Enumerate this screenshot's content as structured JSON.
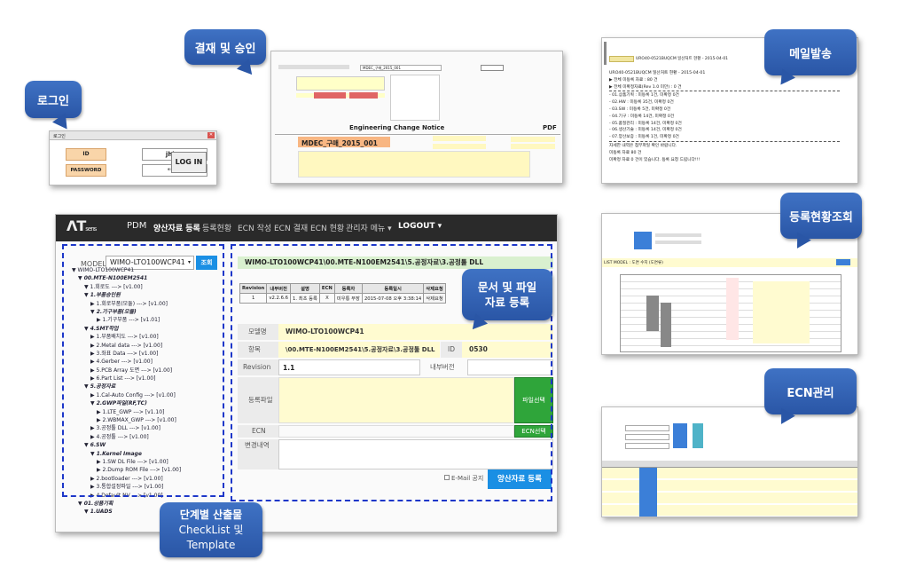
{
  "callouts": {
    "login": "로그인",
    "approval": "결재 및 승인",
    "mail": "메일발송",
    "registration": "등록현황조회",
    "ecn": "ECN관리",
    "docs_line1": "문서 및 파일",
    "docs_line2": "자료 등록",
    "stage_line1": "단계별 산출물",
    "stage_line2": "CheckList 및",
    "stage_line3": "Template"
  },
  "login": {
    "window_title": "로그인",
    "id_label": "ID",
    "id_value": "jhlee4",
    "password_label": "PASSWORD",
    "password_value": "******",
    "login_button": "LOG IN"
  },
  "approval": {
    "doc_title": "Engineering Change Notice",
    "pdf_label": "PDF",
    "ecn_name": "MDEC_구매_2015_001"
  },
  "mail": {
    "title_line": "URO40-0521BUQCM 일산처트 현황 - 2015-04-01",
    "lines": [
      "▶ 전체 미등록 자료 : 80 건",
      "▶ 전체 미확정자료(Rev 1.0 미만) : 0 건",
      "- 01.상품기획 : 미등록 1건, 미확정 0건",
      "- 02.HW : 미등록 35건, 미확정 0건",
      "- 03.SW : 미등록 5건, 미확정 0건",
      "- 04.기구 : 미등록 14건, 미확정 0건",
      "- 05.품질관리 : 미등록 14건, 미확정 0건",
      "- 06.생산기술 : 미등록 14건, 미확정 0건",
      "- 07.양산보증 : 미등록 1건, 미확정 0건",
      "자세한 내역은 첨부파일 확인 바랍니다.",
      "미등록 자료 80 건",
      "미확정 자료 0 건이 있습니다. 등록 요청 드립니다!!!"
    ]
  },
  "registration": {
    "model_label": "LIST MODEL : 도면 수지 (도면류)"
  },
  "main": {
    "nav": {
      "brand": "sens",
      "items": [
        "PDM",
        "양산자료 등록",
        "등록현황",
        "ECN 작성",
        "ECN 결재",
        "ECN 현황",
        "관리자 메뉴 ▾",
        "LOGOUT ▾"
      ]
    },
    "model_label": "MODEL",
    "model_value": "WIMO-LTO100WCP41",
    "search_button": "조회",
    "tree": [
      {
        "text": "▼ WIMO-LTO100WCP41",
        "indent": 0,
        "italic": false
      },
      {
        "text": "▼ 00.MTE-N100EM2541",
        "indent": 1,
        "italic": true
      },
      {
        "text": "▼ 1.회로도 ---> [v1.00]",
        "indent": 2,
        "italic": false
      },
      {
        "text": "▼ 1.부품승인원",
        "indent": 2,
        "italic": true
      },
      {
        "text": "▶ 1.회로부품(모듈) ---> [v1.00]",
        "indent": 3,
        "italic": false
      },
      {
        "text": "▼ 2.기구부품(모듈)",
        "indent": 3,
        "italic": true
      },
      {
        "text": "▶ 1.기구부품 ---> [v1.01]",
        "indent": 4,
        "italic": false
      },
      {
        "text": "▼ 4.SMT작업",
        "indent": 2,
        "italic": true
      },
      {
        "text": "▶ 1.부품배치도 ---> [v1.00]",
        "indent": 3,
        "italic": false
      },
      {
        "text": "▶ 2.Metal data ---> [v1.00]",
        "indent": 3,
        "italic": false
      },
      {
        "text": "▶ 3.좌표 Data ---> [v1.00]",
        "indent": 3,
        "italic": false
      },
      {
        "text": "▶ 4.Gerber ---> [v1.00]",
        "indent": 3,
        "italic": false
      },
      {
        "text": "▶ 5.PCB Array 도면 ---> [v1.00]",
        "indent": 3,
        "italic": false
      },
      {
        "text": "▶ 6.Part List ---> [v1.00]",
        "indent": 3,
        "italic": false
      },
      {
        "text": "▼ 5.공정자료",
        "indent": 2,
        "italic": true
      },
      {
        "text": "▶ 1.Cal-Auto Config ---> [v1.00]",
        "indent": 3,
        "italic": false
      },
      {
        "text": "▼ 2.GWP파일(RF,TC)",
        "indent": 3,
        "italic": true
      },
      {
        "text": "▶ 1.LTE_GWP ---> [v1.10]",
        "indent": 4,
        "italic": false
      },
      {
        "text": "▶ 2.WBMAX_GWP ---> [v1.00]",
        "indent": 4,
        "italic": false
      },
      {
        "text": "▶ 3.공정툴 DLL ---> [v1.00]",
        "indent": 3,
        "italic": false
      },
      {
        "text": "▶ 4.공정툴 ---> [v1.00]",
        "indent": 3,
        "italic": false
      },
      {
        "text": "▼ 6.SW",
        "indent": 2,
        "italic": true
      },
      {
        "text": "▼ 1.Kernel Image",
        "indent": 3,
        "italic": true
      },
      {
        "text": "▶ 1.SW DL File ---> [v1.00]",
        "indent": 4,
        "italic": false
      },
      {
        "text": "▶ 2.Dump ROM File ---> [v1.00]",
        "indent": 4,
        "italic": false
      },
      {
        "text": "▶ 2.bootloader ---> [v1.00]",
        "indent": 3,
        "italic": false
      },
      {
        "text": "▶ 3.통합설정파일 ---> [v1.00]",
        "indent": 3,
        "italic": false
      },
      {
        "text": "▶ 4.Default NV ---> [v1.00]",
        "indent": 3,
        "italic": false
      },
      {
        "text": "▼ 01.상품기획",
        "indent": 1,
        "italic": true
      },
      {
        "text": "▼ 1.UADS",
        "indent": 2,
        "italic": true
      }
    ],
    "path_header": "WIMO-LTO100WCP41\\00.MTE-N100EM2541\\5.공정자료\\3.공정툴 DLL",
    "rev_table": {
      "headers": [
        "Revision",
        "내부버전",
        "설명",
        "ECN",
        "등록자",
        "등록일시",
        "삭제요청"
      ],
      "row": [
        "1",
        "v2.2.6.6",
        "1. 최초 등록",
        "X",
        "미우통 부장",
        "2015-07-08 오후 3:38:14",
        "삭제요청"
      ]
    },
    "form": {
      "model_label": "모델명",
      "model_value": "WIMO-LTO100WCP41",
      "item_label": "항목",
      "item_value": "\\00.MTE-N100EM2541\\5.공정자료\\3.공정툴 DLL",
      "id_label": "ID",
      "id_value": "0530",
      "revision_label": "Revision",
      "revision_value": "1.1",
      "internal_label": "내부버전",
      "file_label": "등록파일",
      "file_button": "파일선택",
      "ecn_label": "ECN",
      "ecn_button": "ECN선택",
      "change_label": "변경내역",
      "email_label": "E-Mail 공지",
      "submit_button": "양산자료 등록"
    }
  }
}
